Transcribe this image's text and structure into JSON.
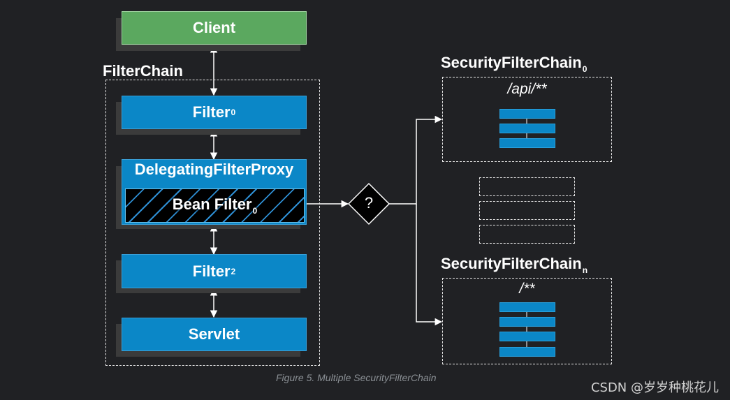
{
  "client_label": "Client",
  "filterchain_label": "FilterChain",
  "filter0": {
    "name": "Filter",
    "sub": "0"
  },
  "proxy_label": "DelegatingFilterProxy",
  "bean_filter": {
    "name": "Bean Filter",
    "sub": "0"
  },
  "filter2": {
    "name": "Filter",
    "sub": "2"
  },
  "servlet_label": "Servlet",
  "decision_label": "?",
  "chain0": {
    "name": "SecurityFilterChain",
    "sub": "0",
    "path": "/api/**"
  },
  "chainN": {
    "name": "SecurityFilterChain",
    "sub": "n",
    "path": "/**"
  },
  "caption": "Figure 5. Multiple SecurityFilterChain",
  "watermark": "CSDN @岁岁种桃花儿",
  "colors": {
    "green": "#5ba85f",
    "blue": "#0b87c7",
    "background": "#202124"
  }
}
